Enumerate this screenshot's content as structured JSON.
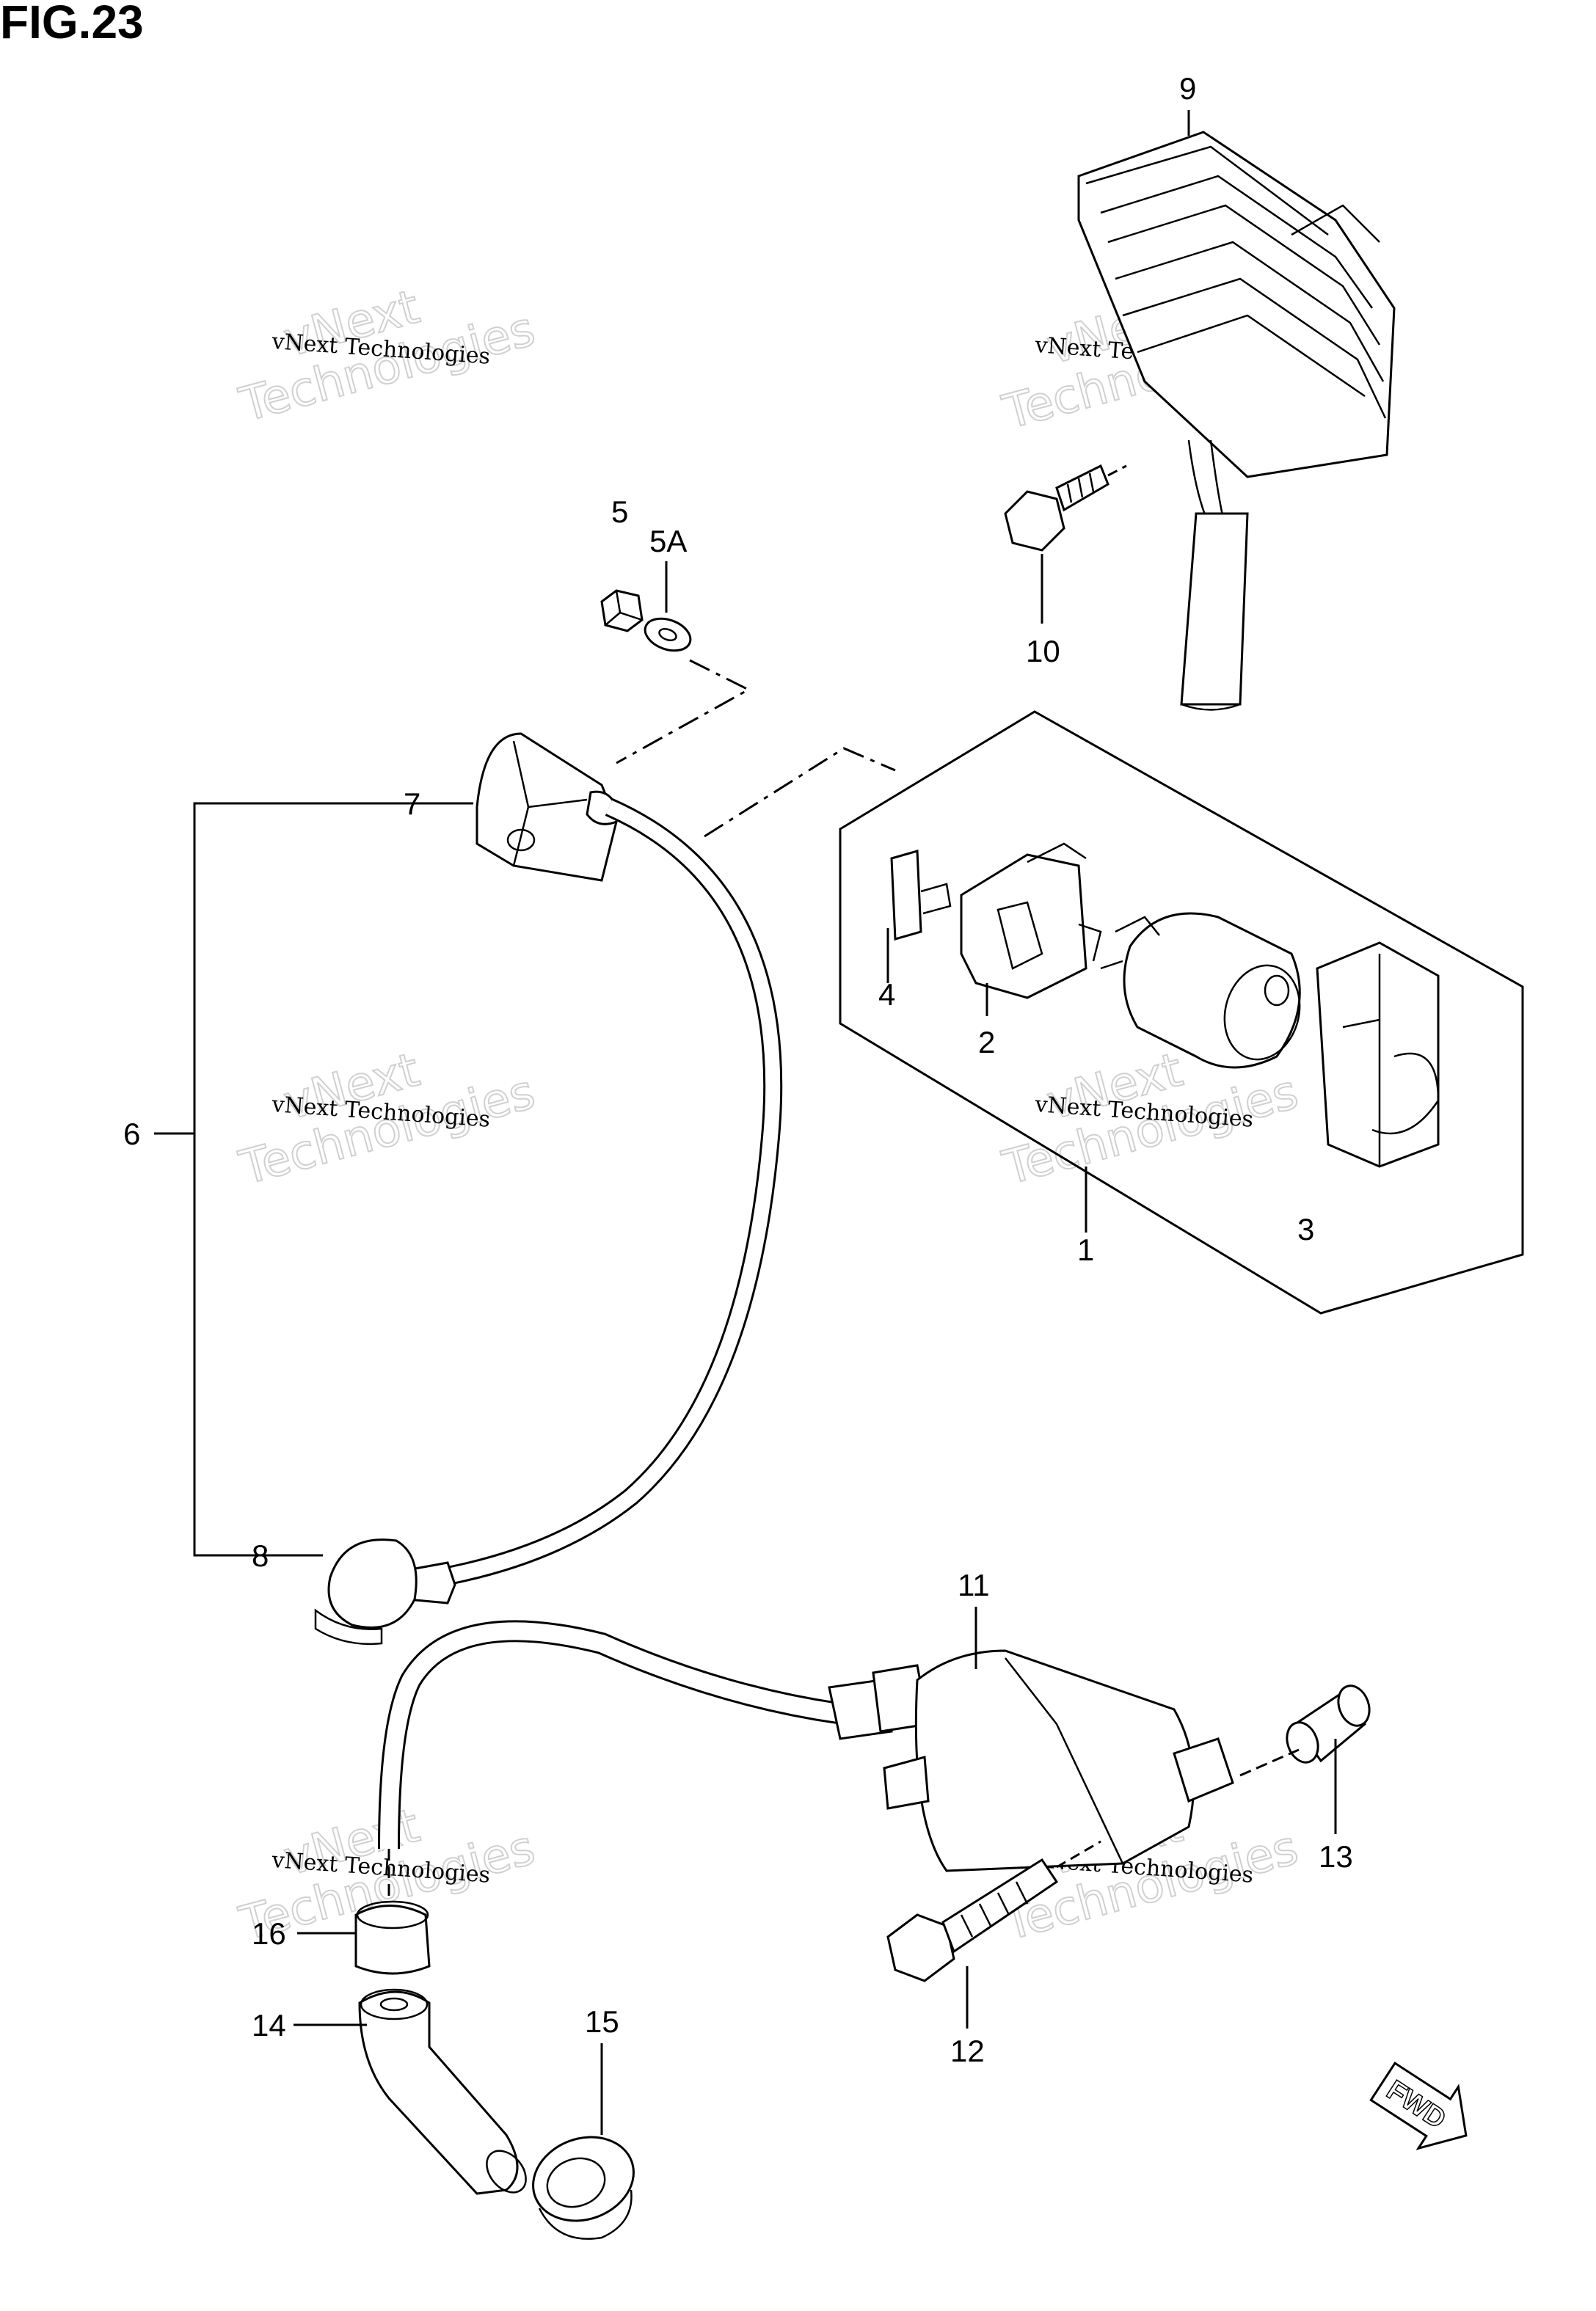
{
  "figure": {
    "title": "FIG.23"
  },
  "callouts": [
    {
      "id": "c1",
      "text": "1"
    },
    {
      "id": "c2",
      "text": "2"
    },
    {
      "id": "c3",
      "text": "3"
    },
    {
      "id": "c4",
      "text": "4"
    },
    {
      "id": "c5",
      "text": "5"
    },
    {
      "id": "c5a",
      "text": "5A"
    },
    {
      "id": "c6",
      "text": "6"
    },
    {
      "id": "c7",
      "text": "7"
    },
    {
      "id": "c8",
      "text": "8"
    },
    {
      "id": "c9",
      "text": "9"
    },
    {
      "id": "c10",
      "text": "10"
    },
    {
      "id": "c11",
      "text": "11"
    },
    {
      "id": "c12",
      "text": "12"
    },
    {
      "id": "c13",
      "text": "13"
    },
    {
      "id": "c14",
      "text": "14"
    },
    {
      "id": "c15",
      "text": "15"
    },
    {
      "id": "c16",
      "text": "16"
    }
  ],
  "watermark": {
    "small": "vNext Technologies",
    "big_line1": "vNext",
    "big_line2": "Technologies"
  },
  "fwd_label": "FWD"
}
